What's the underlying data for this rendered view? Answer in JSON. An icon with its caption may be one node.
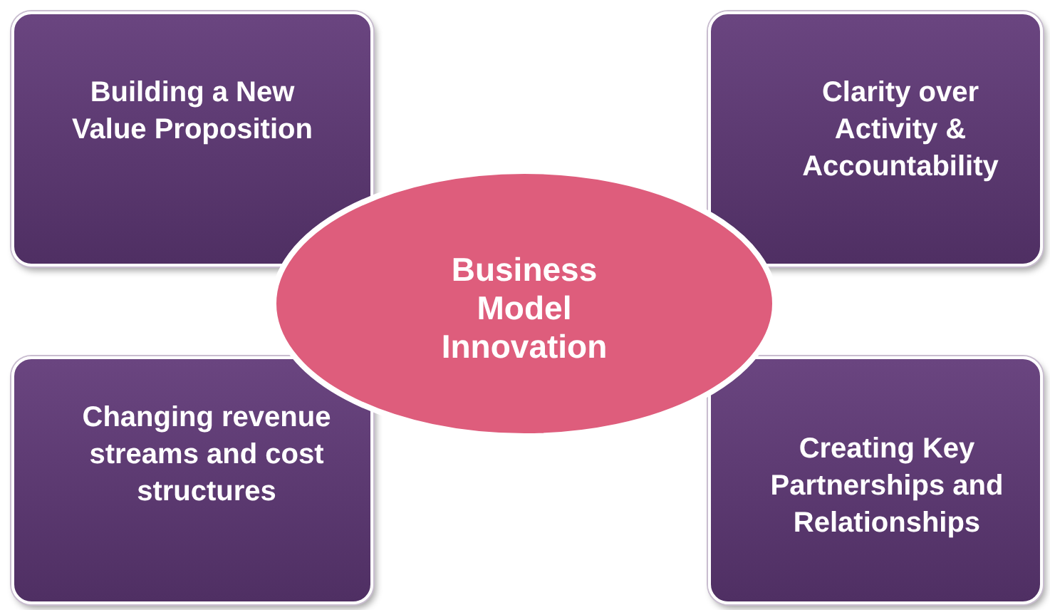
{
  "diagram": {
    "nodes": [
      {
        "text": [
          "Building a New Value Proposition"
        ]
      },
      {
        "text": [
          "Clarity over Activity & Accountability"
        ]
      },
      {
        "text": [
          "Business Model Innovation"
        ]
      },
      {
        "text": [
          "Changing revenue streams and cost structures"
        ]
      },
      {
        "text": [
          "Creating Key Partnerships and Relationships"
        ]
      }
    ]
  }
}
